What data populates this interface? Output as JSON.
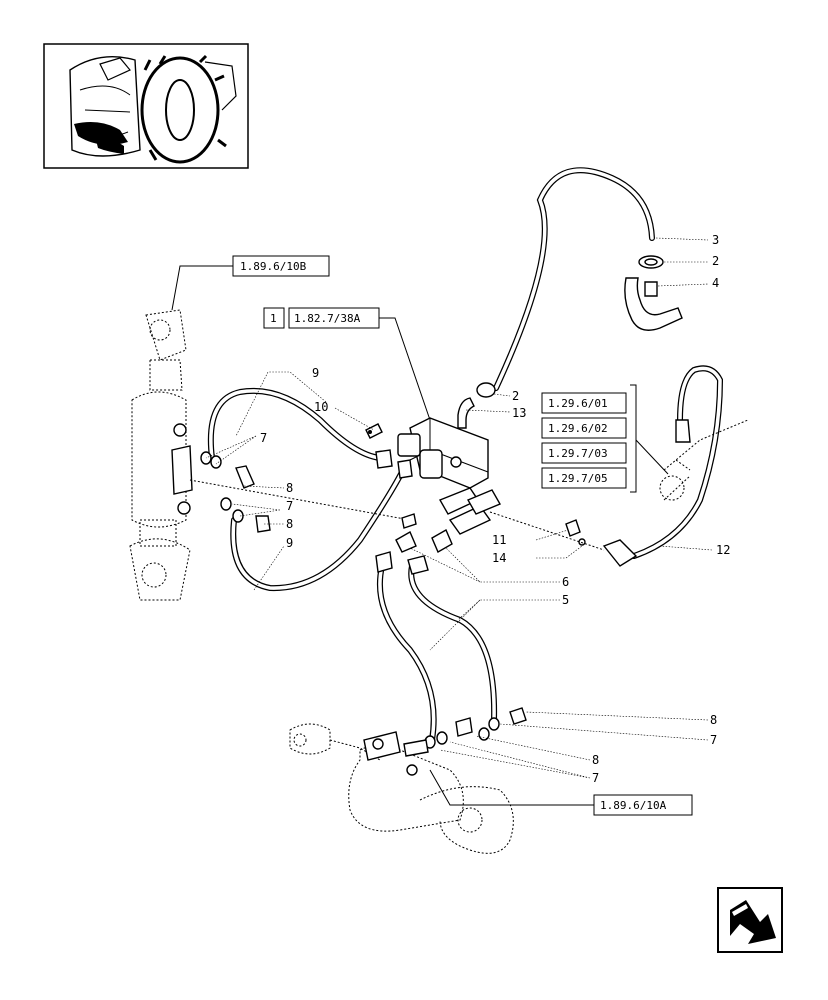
{
  "refs": {
    "r_1_89_6_10B": "1.89.6/10B",
    "r_1": "1",
    "r_1_82_7_38A": "1.82.7/38A",
    "r_1_29_6_01": "1.29.6/01",
    "r_1_29_6_02": "1.29.6/02",
    "r_1_29_7_03": "1.29.7/03",
    "r_1_29_7_05": "1.29.7/05",
    "r_1_89_6_10A": "1.89.6/10A"
  },
  "callouts": {
    "c3": "3",
    "c2a": "2",
    "c4": "4",
    "c2b": "2",
    "c13": "13",
    "c9a": "9",
    "c10": "10",
    "c7a": "7",
    "c8a": "8",
    "c7b": "7",
    "c8b": "8",
    "c9b": "9",
    "c11": "11",
    "c14": "14",
    "c12": "12",
    "c6": "6",
    "c5": "5",
    "c8c": "8",
    "c7c": "7",
    "c8d": "8",
    "c7d": "7"
  },
  "icons": {
    "thumbnail": "tractor-location-thumbnail",
    "nav": "next-page-arrow-icon"
  }
}
